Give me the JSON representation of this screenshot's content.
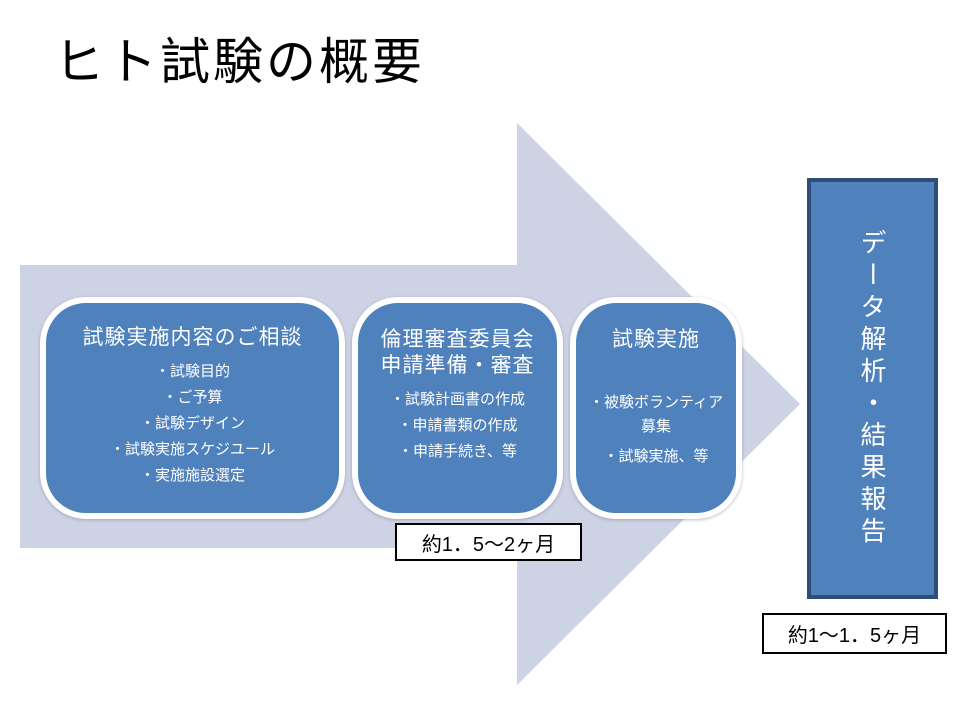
{
  "title": "ヒト試験の概要",
  "steps": [
    {
      "heading": "試験実施内容のご相談",
      "bullets": [
        "・試験目的",
        "・ご予算",
        "・試験デザイン",
        "・試験実施スケジユール",
        "・実施施設選定"
      ]
    },
    {
      "heading": "倫理審査委員会",
      "heading_line2": "申請準備・審査",
      "bullets": [
        "・試験計画書の作成",
        "・申請書類の作成",
        "・申請手続き、等"
      ]
    },
    {
      "heading": "試験実施",
      "bullets": [
        "・被験ボランティア募集",
        "・試験実施、等"
      ]
    }
  ],
  "final_step": "データ解析・結果報告",
  "durations": [
    "約1．5～2ヶ月",
    "約1～1．5ヶ月"
  ],
  "colors": {
    "step_fill": "#4F81BD",
    "arrow_fill": "#CDD3E4",
    "final_border": "#2E4D78",
    "text_on_blue": "#FFFFFF",
    "label_border": "#000000"
  }
}
